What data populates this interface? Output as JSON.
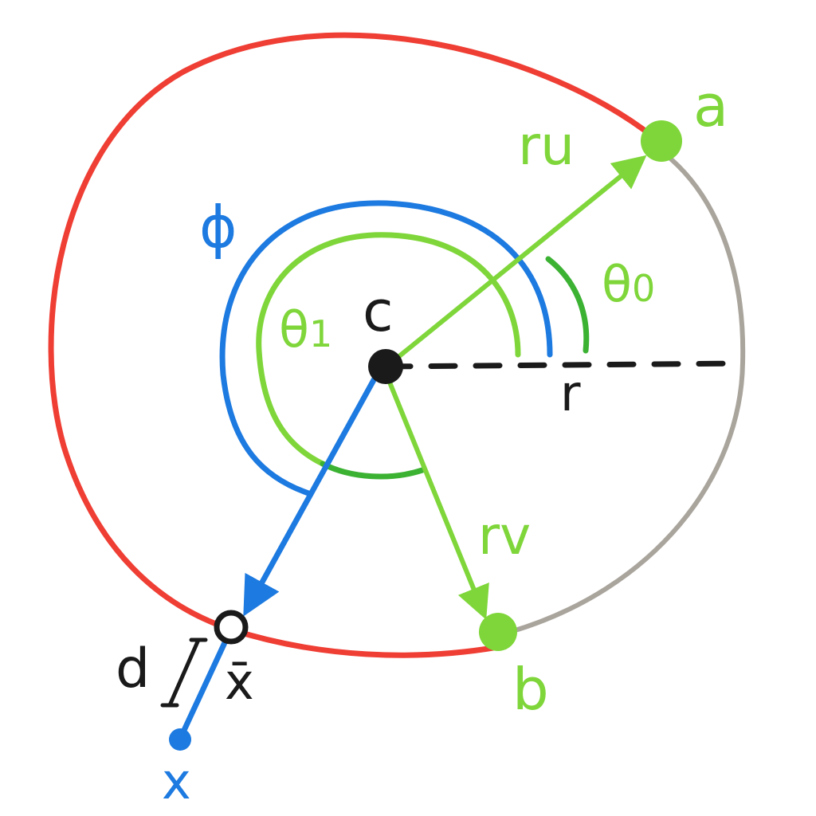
{
  "colors": {
    "arc_red": "#ef3e34",
    "arc_gray": "#a9a49c",
    "blue": "#1d7ae0",
    "green": "#7fd63a",
    "green_dark": "#3cb233",
    "black": "#1a1a1a"
  },
  "labels": {
    "a": "a",
    "b": "b",
    "c": "c",
    "r": "r",
    "ru": "ru",
    "rv": "rv",
    "phi": "ϕ",
    "theta0_base": "θ",
    "theta0_sub": "0",
    "theta1_base": "θ",
    "theta1_sub": "1",
    "d": "d",
    "xbar": "x̄",
    "x": "x"
  }
}
